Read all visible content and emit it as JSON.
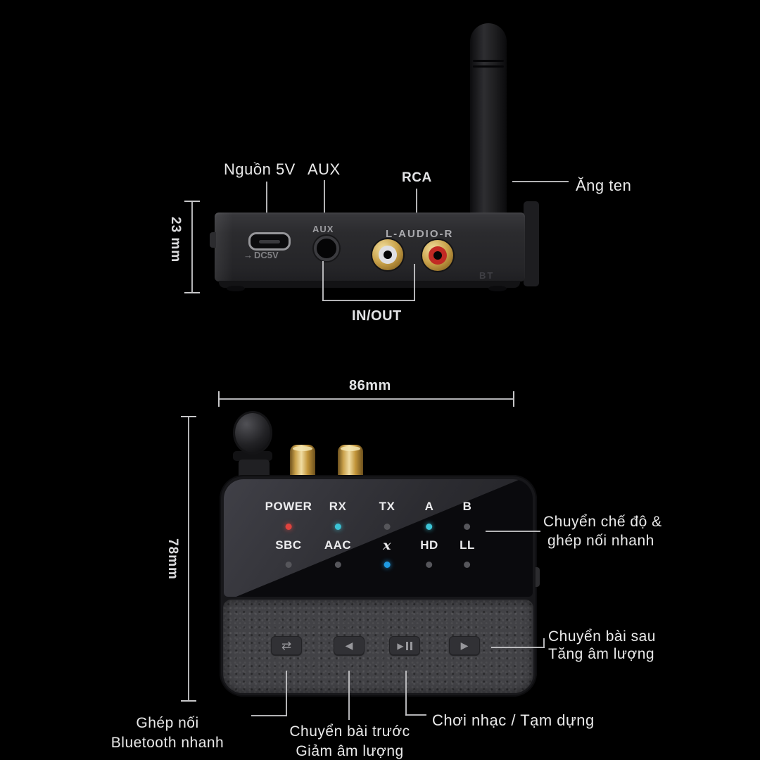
{
  "back_view": {
    "dim_height": "23 mm",
    "callouts": {
      "power": "Nguồn 5V",
      "aux": "AUX",
      "rca": "RCA",
      "antenna": "Ăng ten",
      "in_out": "IN/OUT"
    },
    "device": {
      "dc_port": "DC5V",
      "aux_port": "AUX",
      "rca_port": "L-AUDIO-R",
      "bt": "BT"
    }
  },
  "top_view": {
    "dim_width": "86mm",
    "dim_height": "78mm",
    "panel_columns": [
      {
        "top": "POWER",
        "bottom": "SBC",
        "top_led": "red",
        "bottom_led": "off"
      },
      {
        "top": "RX",
        "bottom": "AAC",
        "top_led": "cyan",
        "bottom_led": "off"
      },
      {
        "top": "TX",
        "bottom": "x",
        "top_led": "off",
        "bottom_led": "blue"
      },
      {
        "top": "A",
        "bottom": "HD",
        "top_led": "cyan",
        "bottom_led": "off"
      },
      {
        "top": "B",
        "bottom": "LL",
        "top_led": "off",
        "bottom_led": "off"
      }
    ],
    "callouts": {
      "mode_line1": "Chuyển chế độ &",
      "mode_line2": "ghép nối nhanh",
      "next_line1": "Chuyển bài sau",
      "next_line2": "Tăng âm lượng",
      "pair_line1": "Ghép nối",
      "pair_line2": "Bluetooth nhanh",
      "prev_line1": "Chuyển bài trước",
      "prev_line2": "Giảm âm lượng",
      "play": "Chơi nhạc / Tạm dựng"
    }
  },
  "icons": {
    "pairing": "⇄",
    "previous": "◀",
    "play": "▶",
    "next": "▶",
    "dc_arrow": "→"
  },
  "colors": {
    "background": "#000000",
    "led_red": "#e0433e",
    "led_cyan": "#3cc4d6",
    "led_blue": "#1f9be4",
    "led_off": "#56565b",
    "rca_white": "#dfdfe3",
    "rca_red": "#c22a24",
    "gold": "#caa24c"
  }
}
